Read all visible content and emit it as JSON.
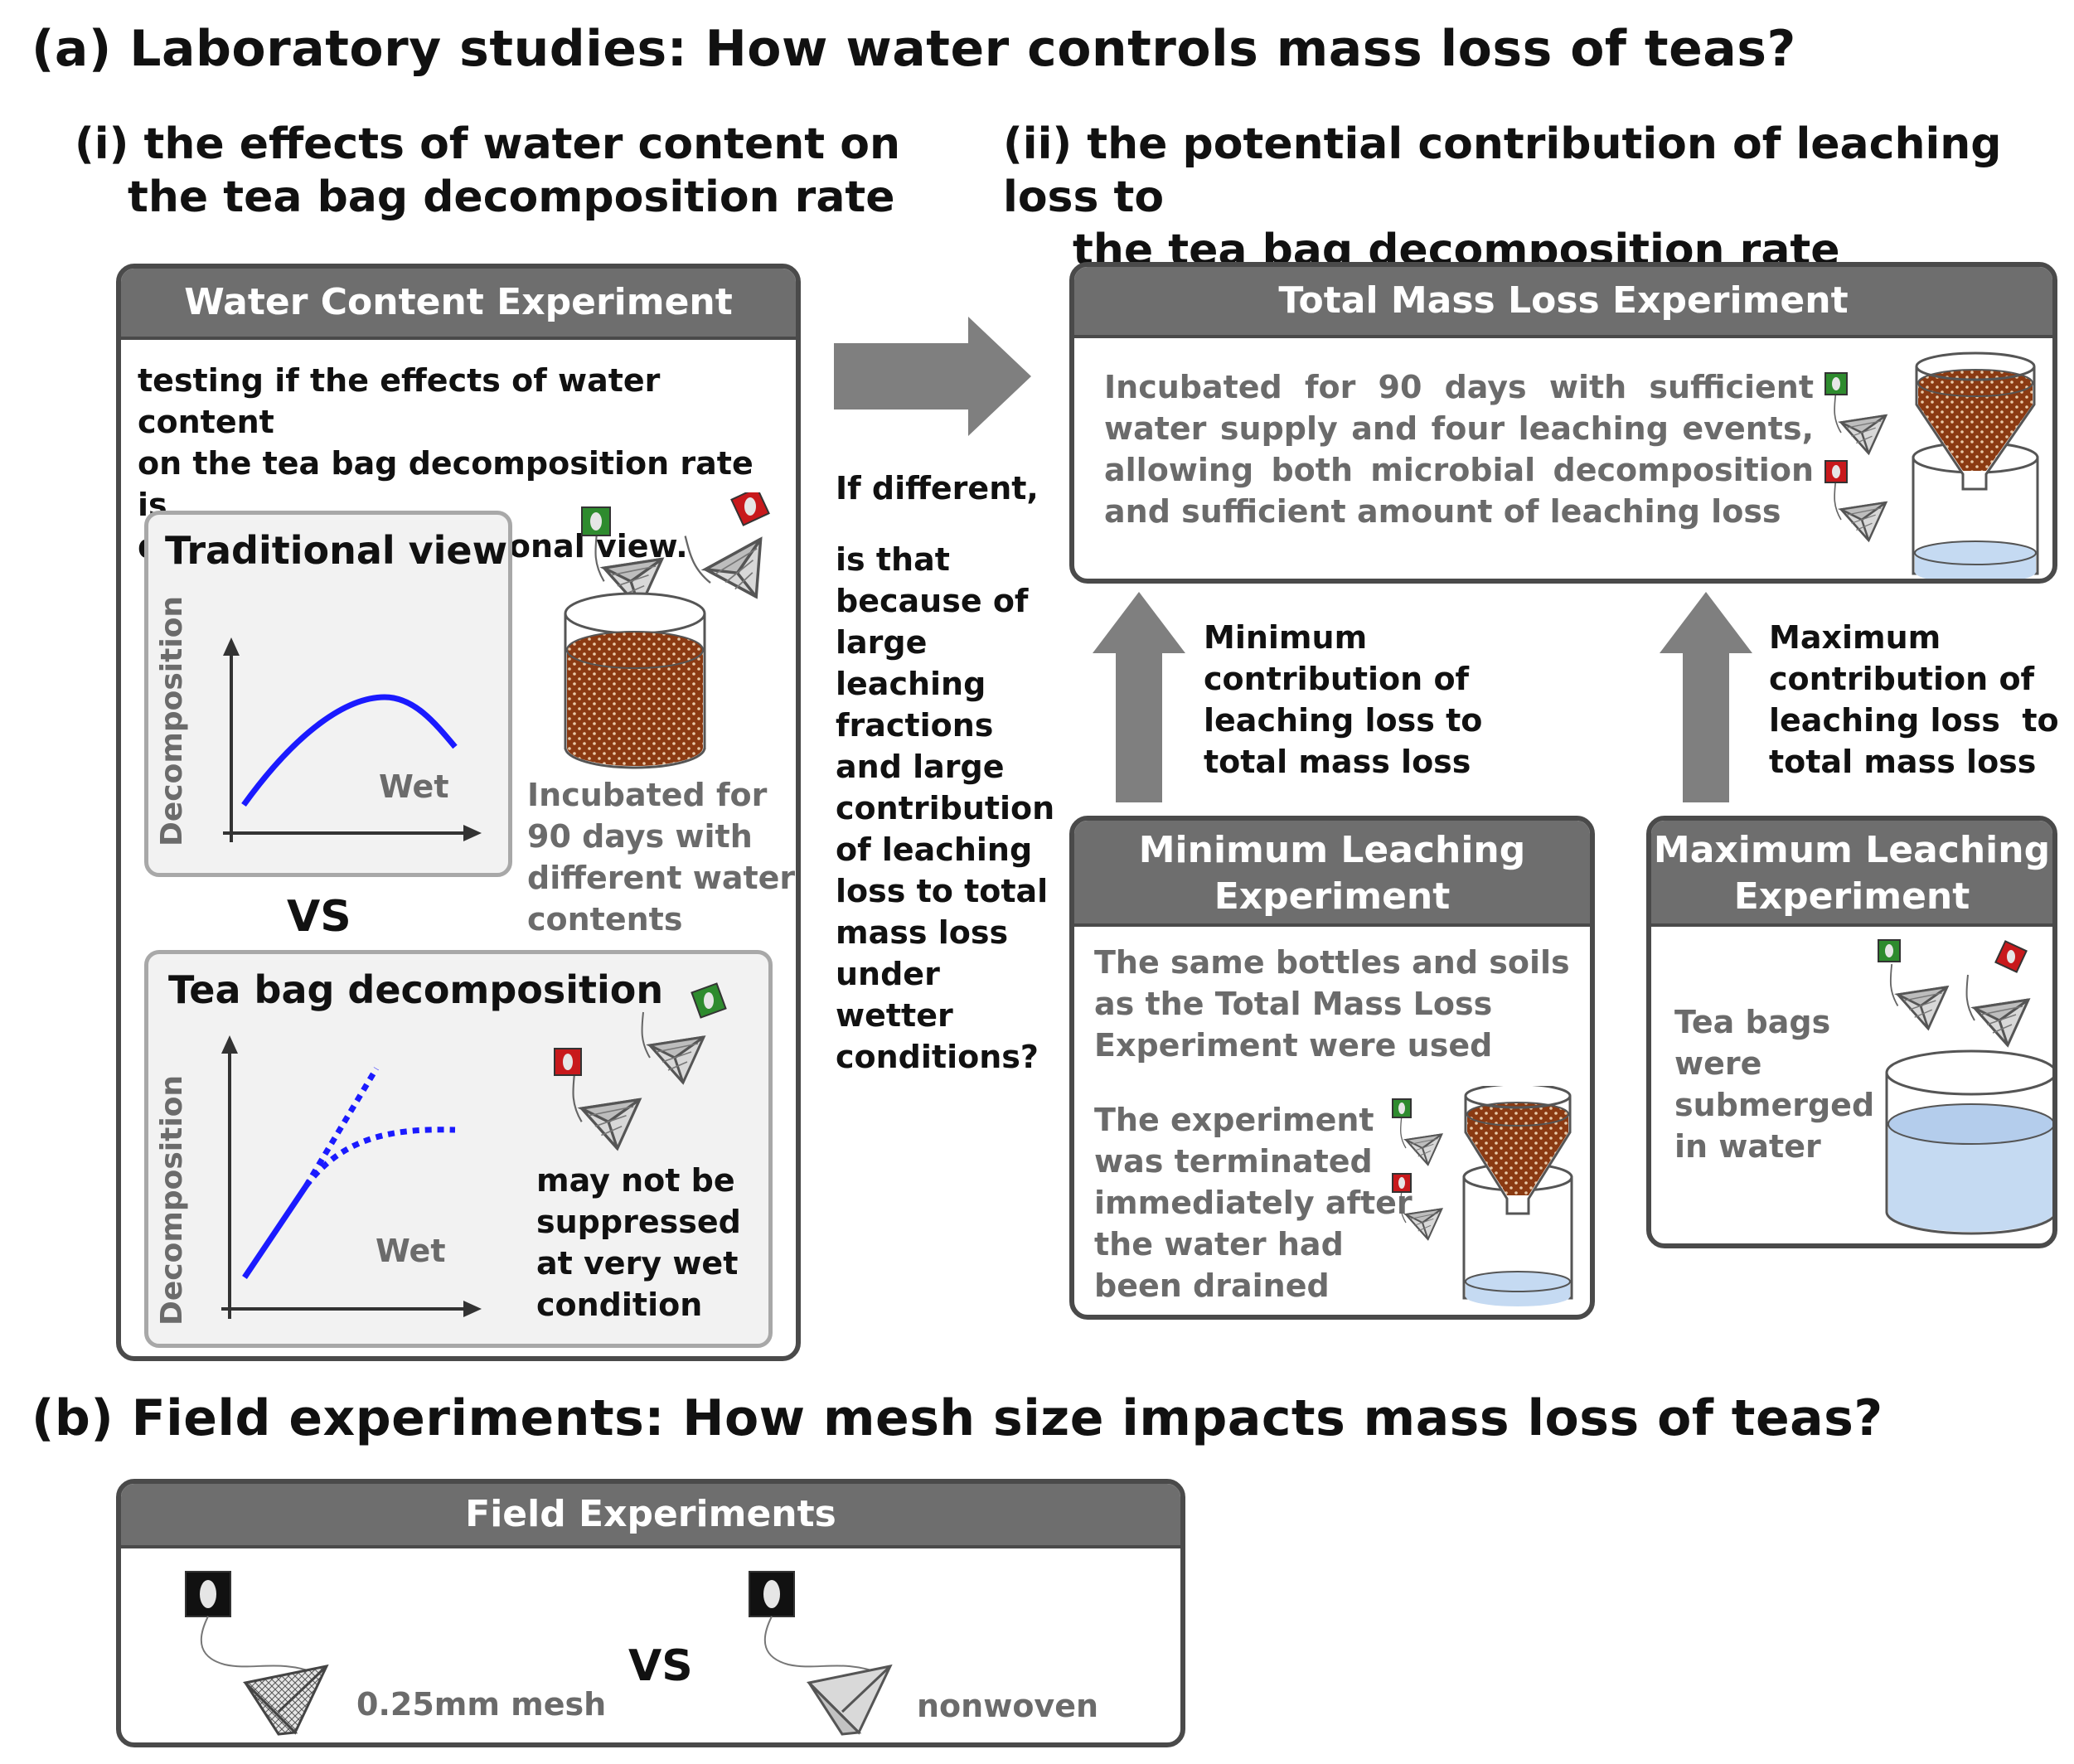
{
  "section_a": {
    "title": "(a) Laboratory studies: How water controls mass loss of teas?",
    "sub_i": {
      "line1": "(i) the effects of water content on",
      "line2": "the tea bag decomposition rate"
    },
    "sub_ii": {
      "line1": "(ii) the potential contribution of leaching loss to",
      "line2": "the tea bag decomposition rate"
    }
  },
  "water_content_experiment": {
    "title": "Water Content Experiment",
    "description": [
      "testing if the effects of water content",
      "on the tea bag decomposition rate is",
      "different from traditional view."
    ],
    "traditional_view": {
      "title": "Traditional view",
      "ylabel": "Decomposition",
      "xlabel": "Wet"
    },
    "vs_label": "VS",
    "incubated_text": [
      "Incubated for",
      "90 days with",
      "different water",
      "contents"
    ],
    "tea_bag_decomposition": {
      "title": "Tea bag decomposition",
      "ylabel": "Decomposition",
      "xlabel": "Wet",
      "note": [
        "may not be",
        "suppressed",
        "at very wet",
        "condition"
      ]
    }
  },
  "middle_question": {
    "line1": "If different,",
    "lines": [
      "is that",
      "because of",
      "large",
      "leaching",
      "fractions",
      "and large",
      "contribution",
      "of leaching",
      "loss to total",
      "mass loss",
      "under",
      "wetter",
      "conditions?"
    ]
  },
  "total_mass_loss_experiment": {
    "title": "Total Mass Loss Experiment",
    "description": [
      "Incubated for 90 days with sufficient",
      "water supply and four leaching events,",
      "allowing both microbial decomposition",
      "and sufficient amount of leaching loss"
    ]
  },
  "min_contribution_label": [
    "Minimum",
    "contribution of",
    "leaching loss to",
    "total mass loss"
  ],
  "max_contribution_label": [
    "Maximum",
    "contribution of",
    "leaching loss  to",
    "total mass loss"
  ],
  "minimum_leaching_experiment": {
    "title_line1": "Minimum Leaching",
    "title_line2": "Experiment",
    "text1": [
      "The same bottles and soils",
      "as the Total Mass Loss",
      "Experiment were used"
    ],
    "text2": [
      "The experiment",
      "was terminated",
      "immediately after",
      "the water had",
      "been drained"
    ]
  },
  "maximum_leaching_experiment": {
    "title_line1": "Maximum Leaching",
    "title_line2": "Experiment",
    "text": [
      "Tea bags",
      "were",
      "submerged",
      "in water"
    ]
  },
  "section_b": {
    "title": "(b) Field experiments: How mesh size impacts mass loss of teas?"
  },
  "field_experiments": {
    "title": "Field Experiments",
    "mesh_label": "0.25mm mesh",
    "vs_label": "VS",
    "nonwoven_label": "nonwoven"
  },
  "colors": {
    "header_gray": "#6e6e6e",
    "curve_blue": "#1a1aff",
    "soil_brown": "#8b3a12",
    "water_blue": "#c5daf2",
    "green_tag": "#2e8b2e",
    "red_tag": "#c8191c",
    "black_tag": "#111111"
  },
  "icons": [
    "tea-bag-green-icon",
    "tea-bag-red-icon",
    "tea-bag-black-icon",
    "soil-jar-icon",
    "funnel-bottle-icon",
    "water-jar-icon",
    "right-arrow-icon",
    "up-arrow-icon"
  ]
}
